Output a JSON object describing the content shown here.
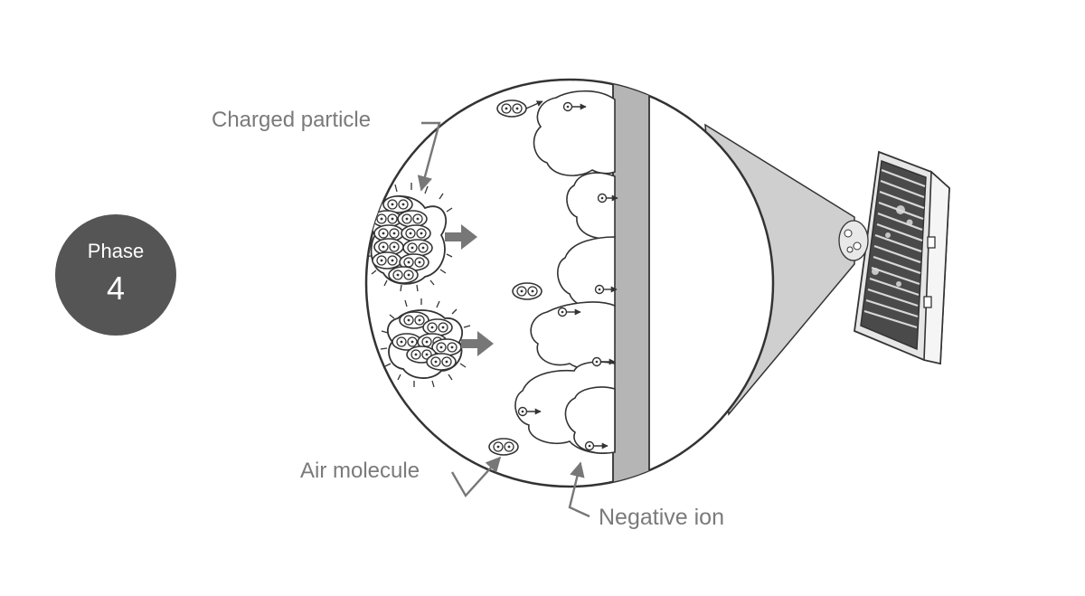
{
  "phase": {
    "label": "Phase",
    "number": "4"
  },
  "labels": {
    "charged_particle": "Charged particle",
    "air_molecule": "Air molecule",
    "negative_ion": "Negative ion"
  },
  "colors": {
    "badge": "#555555",
    "label_text": "#7a7a7a",
    "line": "#333333",
    "filter_band": "#b5b5b5",
    "cone": "#cfcfcf",
    "arrow": "#777777"
  }
}
